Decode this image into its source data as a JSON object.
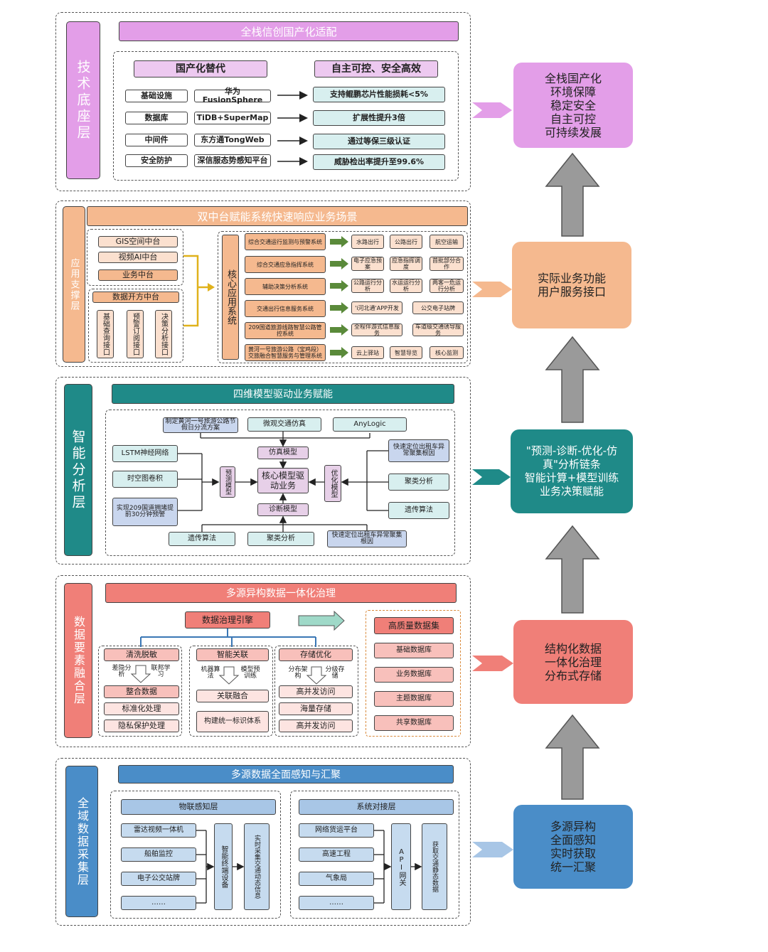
{
  "colors": {
    "purple": "#e39ee8",
    "orange": "#f5b98f",
    "teal": "#1f8a88",
    "red": "#f07f78",
    "blue": "#4a8dc8",
    "gray": "#999999",
    "green": "#5a8a3a"
  },
  "layer1": {
    "side": "技术底座层",
    "header": "全栈信创国产化适配",
    "left_title": "国产化替代",
    "right_title": "自主可控、安全高效",
    "rows": [
      {
        "cat": "基础设施",
        "product": "华为FusionSphere",
        "result": "支持鲲鹏芯片性能损耗<5%"
      },
      {
        "cat": "数据库",
        "product": "TiDB+SuperMap",
        "result": "扩展性提升3倍"
      },
      {
        "cat": "中间件",
        "product": "东方通TongWeb",
        "result": "通过等保三级认证"
      },
      {
        "cat": "安全防护",
        "product": "深信服态势感知平台",
        "result": "威胁检出率提升至99.6%"
      }
    ]
  },
  "layer2": {
    "side": "应用支撑层",
    "header": "双中台赋能系统快速响应业务场景",
    "platforms": [
      "GIS空间中台",
      "视频AI中台",
      "业务中台",
      "数据开方中台"
    ],
    "interfaces": [
      "基础查询接口",
      "预警订阅接口",
      "决策分析接口"
    ],
    "core": "核心应用系统",
    "systems": [
      {
        "name": "综合交通运行监测与预警系统",
        "subs": [
          "水路出行",
          "公路出行",
          "航空运输"
        ]
      },
      {
        "name": "综合交通应急指挥系统",
        "subs": [
          "电子应急预案",
          "应急指挥调度",
          "首批部分合作"
        ]
      },
      {
        "name": "辅助决策分析系统",
        "subs": [
          "公路运行分析",
          "水运运行分析",
          "两客一危运行分析"
        ]
      },
      {
        "name": "交通出行信息服务系统",
        "subs": [
          "'i河北通'APP开发",
          "公交电子站牌"
        ]
      },
      {
        "name": "209国道旅游线路智慧公路管控系统",
        "subs": [
          "全程伴游式信息服务",
          "车道级交通诱导服务"
        ]
      },
      {
        "name": "黄河一号旅游公路（宝鸡段）交旅融合智慧服务与管理系统",
        "subs": [
          "云上驿站",
          "智慧导览",
          "核心监测"
        ]
      }
    ]
  },
  "layer3": {
    "side": "智能分析层",
    "header": "四维模型驱动业务赋能",
    "top": [
      "制定黄河一号旅游公路节假日分流方案",
      "微观交通仿真",
      "AnyLogic"
    ],
    "left": [
      "LSTM神经网络",
      "时空图卷积",
      "实现209国道拥堵提前30分钟预警"
    ],
    "right": [
      "快速定位出租车异常聚集根因",
      "聚类分析",
      "遗传算法"
    ],
    "bottom": [
      "遗传算法",
      "聚类分析",
      "快速定位出租车异常聚集根因"
    ],
    "sim": "仿真模型",
    "pred": "预测模型",
    "core": "核心模型驱动业务",
    "opt": "优化模型",
    "diag": "诊断模型"
  },
  "layer4": {
    "side": "数据要素融合层",
    "header": "多源异构数据一体化治理",
    "engine": "数据治理引擎",
    "cols": [
      {
        "title": "清洗脱敏",
        "a": "差隐分析",
        "b": "联邦学习",
        "items": [
          "整合数据",
          "标准化处理",
          "隐私保护处理"
        ]
      },
      {
        "title": "智能关联",
        "a": "机器算法",
        "b": "模型预训练",
        "items": [
          "关联融合",
          "构建统一标识体系"
        ]
      },
      {
        "title": "存储优化",
        "a": "分布架构",
        "b": "分级存储",
        "items": [
          "高并发访问",
          "海量存储",
          "高并发访问"
        ]
      }
    ],
    "dataset_title": "高质量数据集",
    "datasets": [
      "基础数据库",
      "业务数据库",
      "主题数据库",
      "共享数据库"
    ]
  },
  "layer5": {
    "side": "全域数据采集层",
    "header": "多源数据全面感知与汇聚",
    "iot_title": "物联感知层",
    "iot_items": [
      "雷达视频一体机",
      "船舶监控",
      "电子公交站牌",
      "……"
    ],
    "iot_mid": "智能终端设备",
    "iot_out": "实时采集交通动态信息",
    "sys_title": "系统对接层",
    "sys_items": [
      "网络货运平台",
      "高速工程",
      "气象局",
      "……"
    ],
    "sys_mid": "API网关",
    "sys_out": "获取交通静态数据"
  },
  "right_boxes": [
    "全栈国产化\n环境保障\n稳定安全\n自主可控\n可持续发展",
    "实际业务功能\n用户服务接口",
    "\"预测-诊断-优化-仿\n真\"分析链条\n智能计算+模型训练\n业务决策赋能",
    "结构化数据\n一体化治理\n分布式存储",
    "多源异构\n全面感知\n实时获取\n统一汇聚"
  ]
}
